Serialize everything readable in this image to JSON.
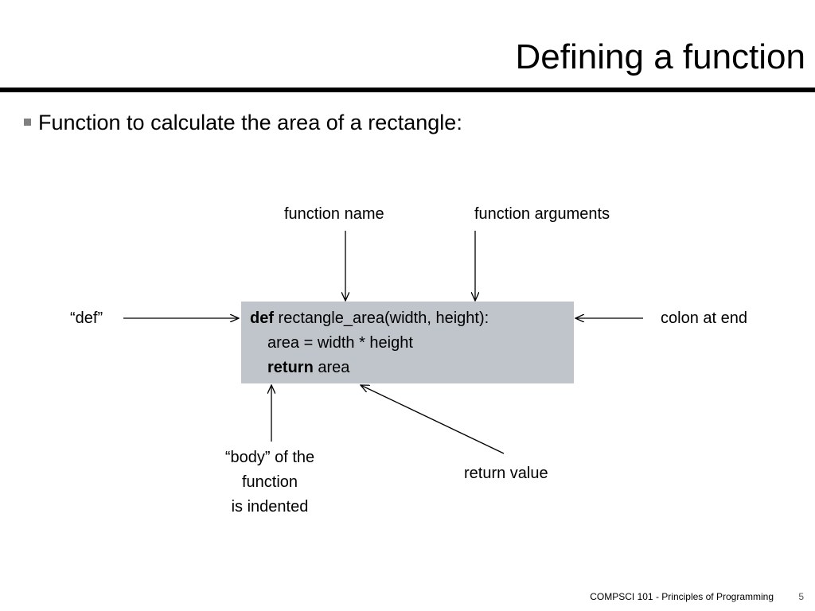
{
  "slide": {
    "title": "Defining a function",
    "bullet": "Function to calculate the area of a rectangle:"
  },
  "diagram": {
    "code": {
      "line1_keyword": "def",
      "line1_rest": " rectangle_area(width, height):",
      "line2": "area = width * height",
      "line3_keyword": "return",
      "line3_rest": " area"
    },
    "labels": {
      "function_name": "function name",
      "function_arguments": "function arguments",
      "def": "“def”",
      "colon": "colon at end",
      "body_line1": "“body” of the",
      "body_line2": "function",
      "body_line3": "is indented",
      "return_value": "return value"
    },
    "colors": {
      "code_box_fill": "#c0c5cc",
      "title_rule": "#000000",
      "bullet_marker": "#808080"
    }
  },
  "footer": {
    "course": "COMPSCI 101 - Principles of Programming",
    "page_number": "5"
  }
}
